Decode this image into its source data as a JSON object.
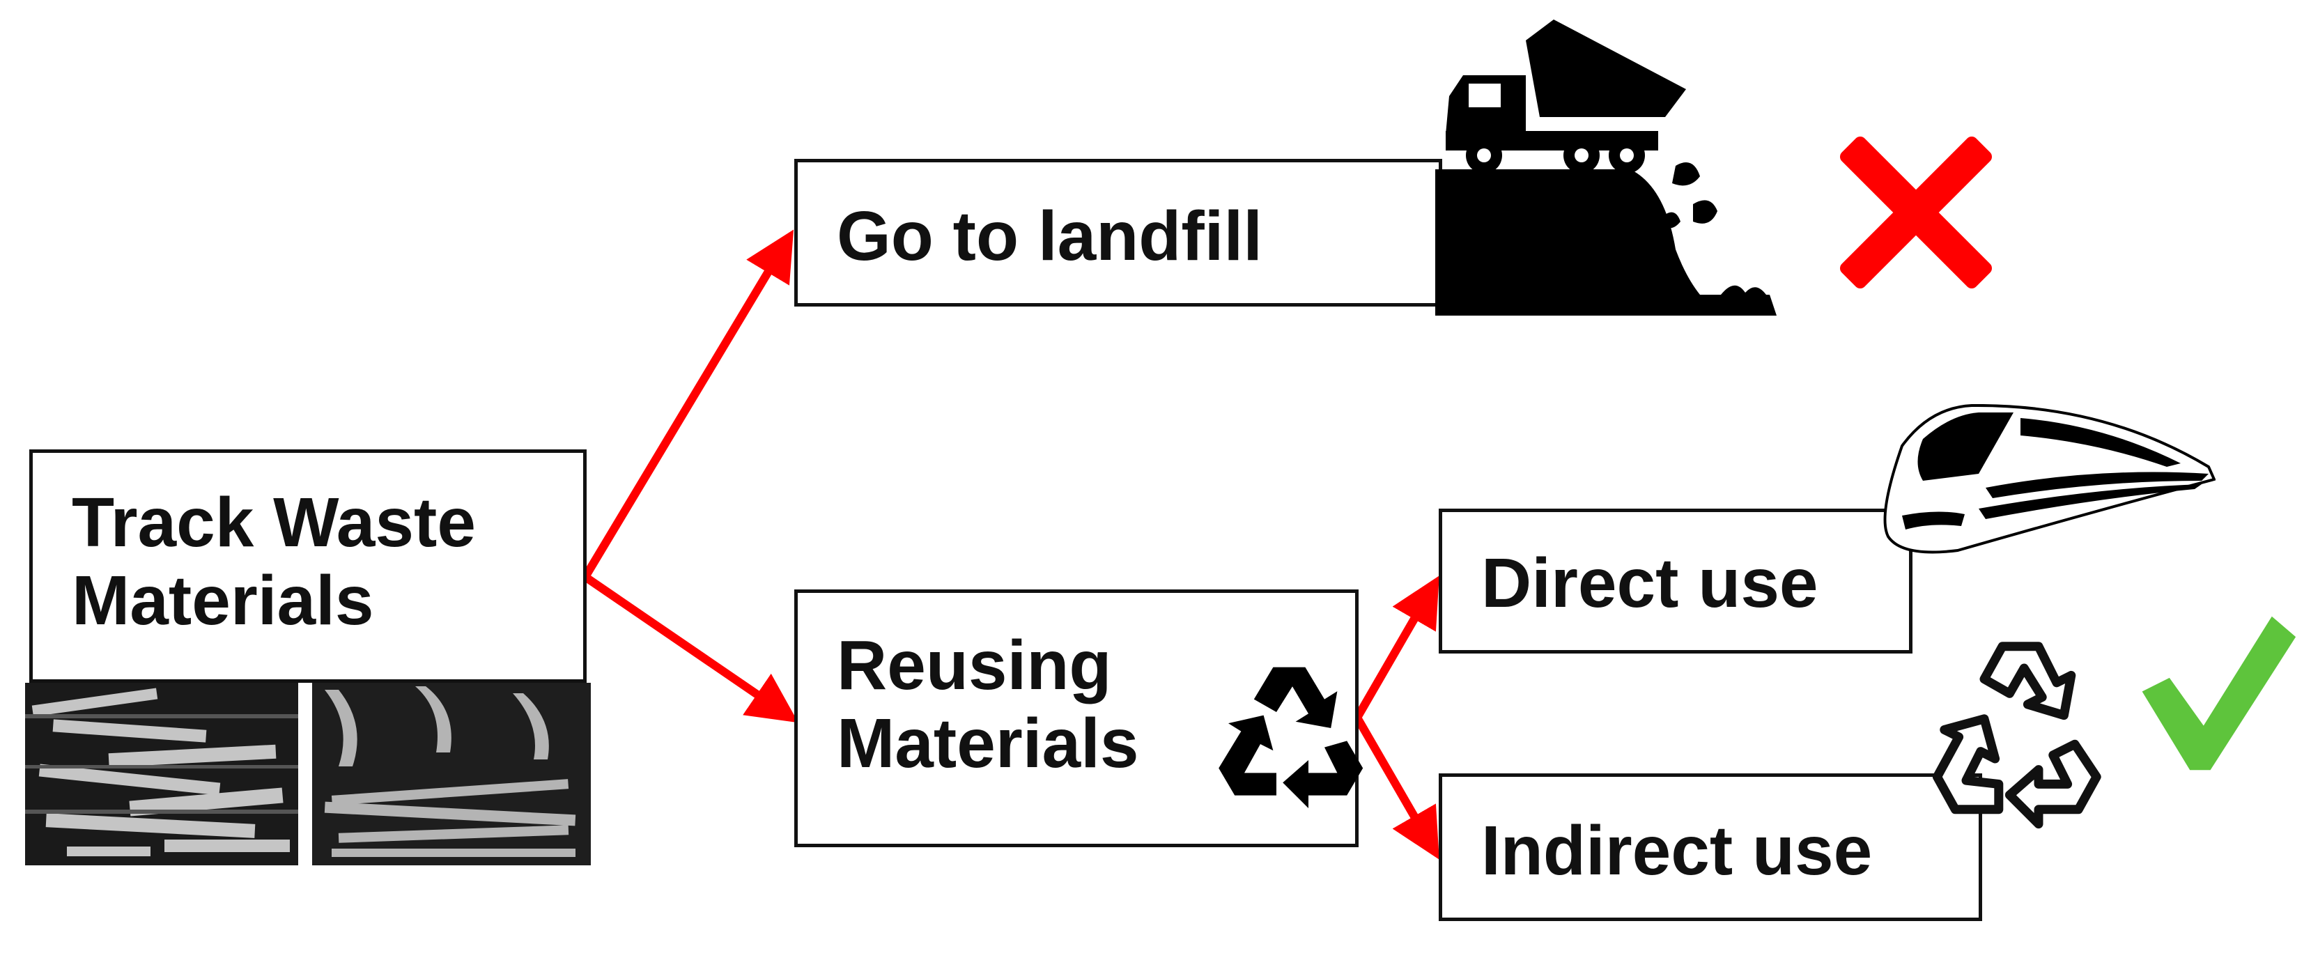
{
  "colors": {
    "arrow": "#ff0000",
    "box_border": "#111111",
    "text": "#111111",
    "cross": "#ff0000",
    "check": "#5ec43c",
    "icon_dark": "#000000"
  },
  "nodes": {
    "track_waste": {
      "label_line1": "Track Waste",
      "label_line2": "Materials"
    },
    "landfill": {
      "label": "Go to landfill"
    },
    "reusing": {
      "label_line1": "Reusing",
      "label_line2": "Materials"
    },
    "direct_use": {
      "label": "Direct use"
    },
    "indirect_use": {
      "label": "Indirect use"
    }
  },
  "icons": {
    "dump_truck": "dump-truck-icon",
    "cross": "red-cross-icon",
    "train": "high-speed-train-icon",
    "recycle_small": "recycle-icon",
    "recycle_outline": "recycle-outline-icon",
    "check": "green-check-icon",
    "photos": "waste-material-photos"
  }
}
